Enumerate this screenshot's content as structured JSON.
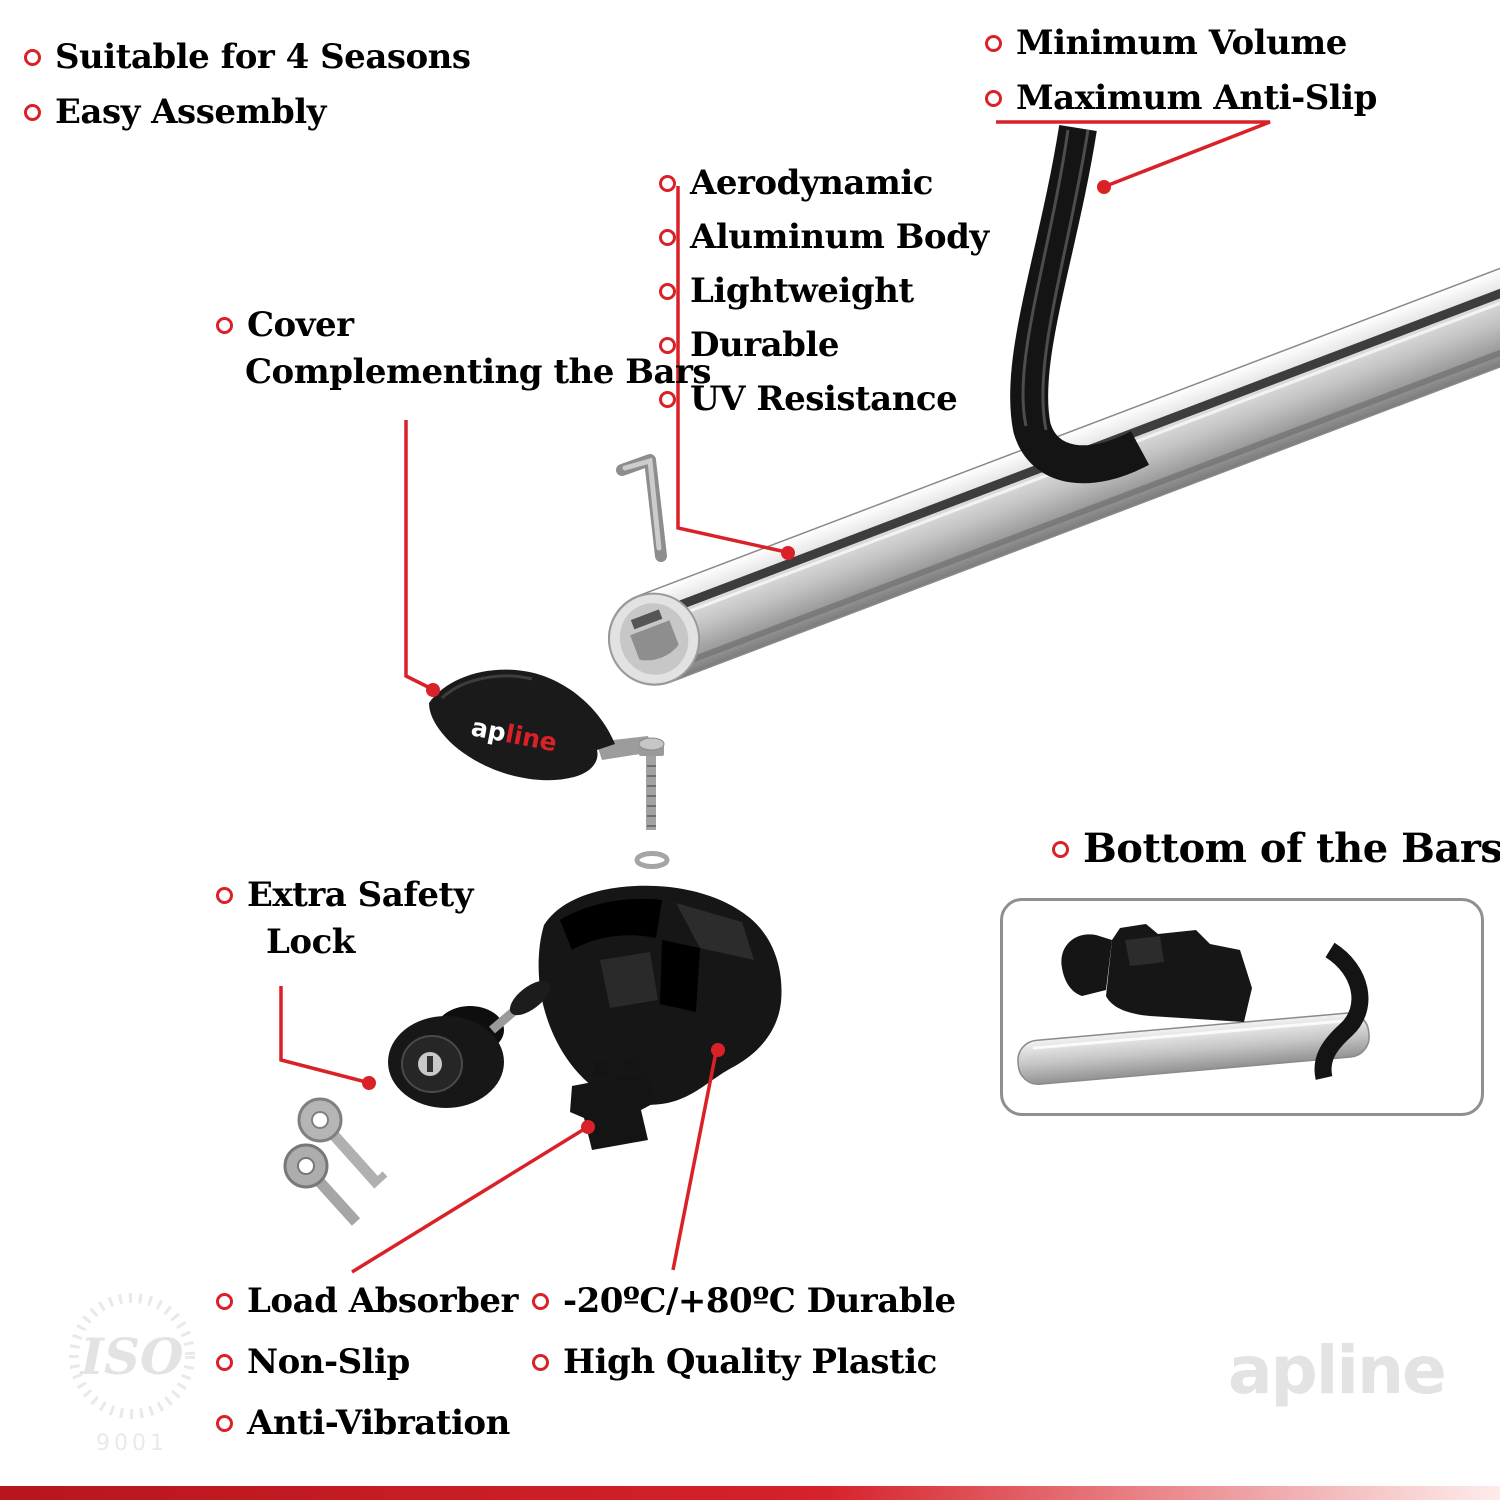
{
  "colors": {
    "accent_red": "#da2128",
    "text_black": "#000000",
    "watermark_gray": "#e3e3e3",
    "bar_silver": "#c7c7c7",
    "part_black": "#161616"
  },
  "callouts": {
    "top_left": {
      "items": [
        "Suitable for 4 Seasons",
        "Easy Assembly"
      ]
    },
    "top_right": {
      "items": [
        "Minimum Volume",
        "Maximum Anti-Slip"
      ]
    },
    "bar_features": {
      "items": [
        "Aerodynamic",
        "Aluminum Body",
        "Lightweight",
        "Durable",
        "UV Resistance"
      ]
    },
    "cover": {
      "line1": "Cover",
      "line2": "Complementing the Bars"
    },
    "safety_lock": {
      "line1": "Extra Safety",
      "line2": "Lock"
    },
    "bottom_of_bars": {
      "label": "Bottom of the Bars"
    },
    "foot_left": {
      "items": [
        "Load Absorber",
        "Non-Slip",
        "Anti-Vibration"
      ]
    },
    "foot_right": {
      "items": [
        "-20ºC/+80ºC Durable",
        "High Quality Plastic"
      ]
    }
  },
  "brand": {
    "cover_logo": {
      "part1": "ap",
      "part2": "line"
    },
    "watermark_text": "apline",
    "iso": {
      "title": "ISO",
      "subtitle": "9001"
    }
  }
}
